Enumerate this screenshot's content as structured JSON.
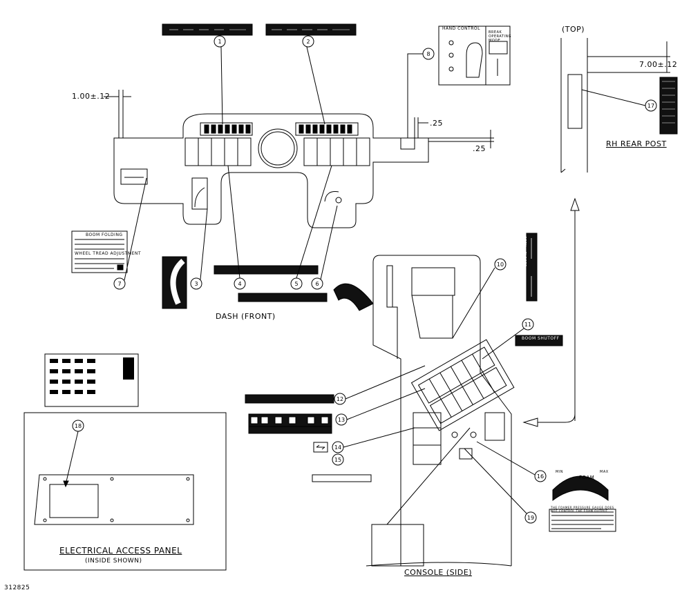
{
  "view_titles": {
    "dash": "DASH (FRONT)",
    "console": "CONSOLE (SIDE)",
    "rear_post": "RH REAR POST",
    "top": "(TOP)",
    "access_panel": "ELECTRICAL ACCESS PANEL",
    "access_panel_sub": "(INSIDE SHOWN)"
  },
  "dimensions": {
    "left_offset": "1.00±.12",
    "post_offset": "7.00±.12",
    "gap_h": ".25",
    "gap_v": ".25"
  },
  "drawing_number": "312825",
  "callouts": [
    "1",
    "2",
    "3",
    "4",
    "5",
    "6",
    "7",
    "8",
    "10",
    "11",
    "12",
    "13",
    "14",
    "15",
    "16",
    "17",
    "18",
    "19"
  ],
  "decals": {
    "hand_control_title": "HAND CONTROL",
    "hand_control_side": "BREAK OPERATING MODE",
    "boom_folding_title": "BOOM FOLDING",
    "wheel_tread_title": "WHEEL TREAD ADJUSTMENT",
    "boom_shutoff": "BOOM SHUTOFF",
    "open_closed": "OPEN · CLOSED",
    "foam_label": "FOAM",
    "foam_min": "MIN",
    "foam_max": "MAX",
    "foam_warning_title": "THE FOAMER PRESSURE GAUGE DOES NOT CONTROL THE FOAM OUTPUT"
  }
}
